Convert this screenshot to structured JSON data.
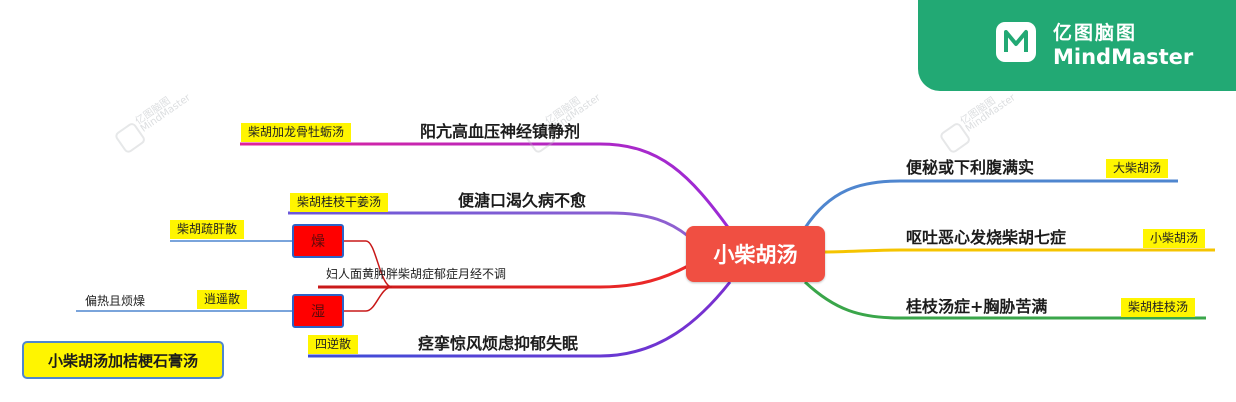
{
  "brand": {
    "name_cn": "亿图脑图",
    "name_en": "MindMaster"
  },
  "watermark": {
    "name_cn": "亿图脑图",
    "name_en": "MindMaster"
  },
  "colors": {
    "brand_green": "#22a974",
    "center_red": "#f04f42",
    "tag_yellow": "#fff500",
    "box_red": "#ff0000",
    "branch_blue": "#4f86cf",
    "branch_magenta": "#e0239a",
    "branch_purple": "#6b58d8",
    "branch_red": "#d61f1f",
    "branch_yellow": "#f5c400",
    "branch_green": "#3aa64a"
  },
  "center": {
    "label": "小柴胡汤"
  },
  "left_branches": [
    {
      "label": "阳亢高血压神经镇静剂",
      "tag": "柴胡加龙骨牡蛎汤"
    },
    {
      "label": "便溏口渴久病不愈",
      "tag": "柴胡桂枝干姜汤"
    },
    {
      "label": "妇人面黄肿胖柴胡症郁症月经不调",
      "subs": [
        {
          "box": "燥",
          "tag": "柴胡疏肝散"
        },
        {
          "box": "湿",
          "tag": "逍遥散",
          "note": "偏热且烦燥"
        }
      ]
    },
    {
      "label": "痉挛惊风烦虑抑郁失眠",
      "tag": "四逆散"
    }
  ],
  "right_branches": [
    {
      "label": "便秘或下利腹满实",
      "tag": "大柴胡汤"
    },
    {
      "label": "呕吐恶心发烧柴胡七症",
      "tag": "小柴胡汤"
    },
    {
      "label": "桂枝汤症+胸胁苦满",
      "tag": "柴胡桂枝汤"
    }
  ],
  "floating": {
    "label": "小柴胡汤加桔梗石膏汤"
  }
}
